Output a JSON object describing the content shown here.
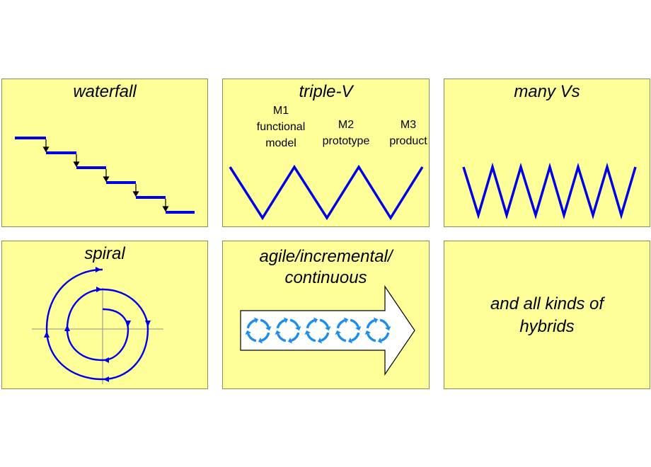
{
  "panels": {
    "waterfall": {
      "title": "waterfall"
    },
    "triple_v": {
      "title": "triple-V",
      "milestones": [
        {
          "code": "M1",
          "line1": "functional",
          "line2": "model"
        },
        {
          "code": "M2",
          "line1": "prototype"
        },
        {
          "code": "M3",
          "line1": "product"
        }
      ]
    },
    "many_vs": {
      "title": "many Vs"
    },
    "spiral": {
      "title": "spiral"
    },
    "agile": {
      "title_line1": "agile/incremental/",
      "title_line2": "continuous"
    },
    "hybrids": {
      "line1": "and all kinds of",
      "line2": "hybrids"
    }
  },
  "colors": {
    "panel_fill": "#ffff99",
    "panel_border": "#8c8c54",
    "line_blue": "#0000e6",
    "arrow_light_blue": "#1b8cf0",
    "axis_gray": "#8c8c8c"
  },
  "icons": {
    "step_arrow": "down-arrow-icon",
    "cycle": "cycle-arrows-icon"
  }
}
